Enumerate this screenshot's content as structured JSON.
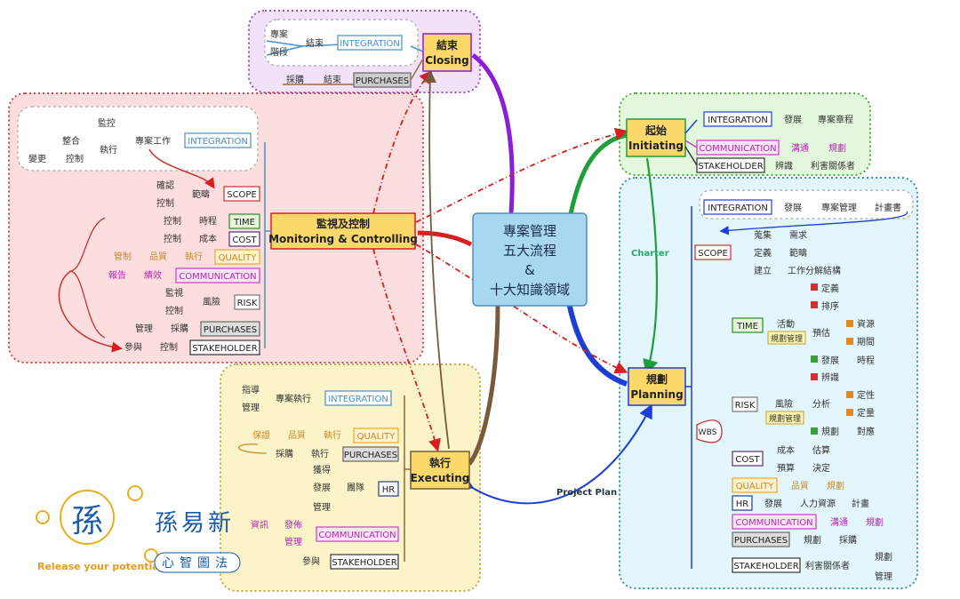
{
  "center": {
    "lines": [
      "專案管理",
      "五大流程",
      "&",
      "十大知識領域"
    ]
  },
  "colors": {
    "initiating": "#1f9e3a",
    "planning": "#1d3fd6",
    "executing": "#7a5a3a",
    "monitoring": "#d62020",
    "closing": "#8a1ed6"
  },
  "closing": {
    "title_zh": "結束",
    "title_en": "Closing",
    "items": [
      "專案",
      "階段",
      "結束",
      "INTEGRATION",
      "採購",
      "結束",
      "PURCHASES"
    ]
  },
  "initiating": {
    "title_zh": "起始",
    "title_en": "Initiating",
    "items": [
      "INTEGRATION",
      "發展",
      "專案章程",
      "COMMUNICATION",
      "溝通",
      "規劃",
      "STAKEHOLDER",
      "辨識",
      "利害關係者"
    ]
  },
  "monitoring": {
    "title_zh": "監視及控制",
    "title_en": "Monitoring & Controlling",
    "items": [
      "監控",
      "整合",
      "執行",
      "專案工作",
      "INTEGRATION",
      "變更",
      "控制",
      "確認",
      "範疇",
      "控制",
      "SCOPE",
      "控制",
      "時程",
      "TIME",
      "控制",
      "成本",
      "COST",
      "管制",
      "品質",
      "執行",
      "QUALITY",
      "報告",
      "績效",
      "COMMUNICATION",
      "監視",
      "風險",
      "控制",
      "RISK",
      "管理",
      "採購",
      "PURCHASES",
      "參與",
      "控制",
      "STAKEHOLDER"
    ]
  },
  "executing": {
    "title_zh": "執行",
    "title_en": "Executing",
    "items": [
      "指導",
      "專案執行",
      "管理",
      "INTEGRATION",
      "保證",
      "品質",
      "執行",
      "QUALITY",
      "採購",
      "執行",
      "PURCHASES",
      "獲得",
      "發展",
      "團隊",
      "管理",
      "HR",
      "資訊",
      "發佈",
      "管理",
      "COMMUNICATION",
      "參與",
      "STAKEHOLDER"
    ]
  },
  "planning": {
    "title_zh": "規劃",
    "title_en": "Planning",
    "items": [
      "INTEGRATION",
      "發展",
      "專案管理",
      "計畫書",
      "SCOPE",
      "蒐集",
      "需求",
      "定義",
      "範疇",
      "建立",
      "工作分解結構",
      "TIME",
      "活動",
      "規劃管理",
      "定義",
      "排序",
      "預估",
      "資源",
      "期間",
      "發展",
      "時程",
      "RISK",
      "風險",
      "規劃管理",
      "辨識",
      "分析",
      "定性",
      "定量",
      "規劃",
      "對應",
      "WBS",
      "COST",
      "成本",
      "估算",
      "預算",
      "決定",
      "QUALITY",
      "品質",
      "規劃",
      "HR",
      "發展",
      "人力資源",
      "計畫",
      "COMMUNICATION",
      "溝通",
      "規劃",
      "PURCHASES",
      "規劃",
      "採購",
      "STAKEHOLDER",
      "利害關係者",
      "規劃",
      "管理"
    ]
  },
  "labels": {
    "charter": "Charter",
    "project_plan": "Project Plan"
  },
  "logo": {
    "brand": "孫易新",
    "slogan": "Release your potential",
    "sub": "心智圖法"
  }
}
